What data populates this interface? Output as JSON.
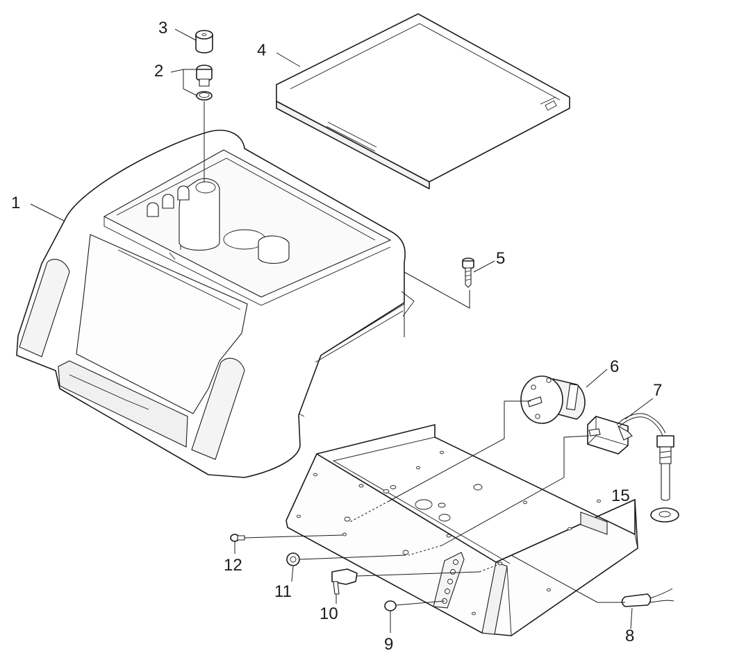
{
  "callouts": [
    {
      "id": "1",
      "label": "1"
    },
    {
      "id": "2",
      "label": "2"
    },
    {
      "id": "3",
      "label": "3"
    },
    {
      "id": "4",
      "label": "4"
    },
    {
      "id": "5",
      "label": "5"
    },
    {
      "id": "6",
      "label": "6"
    },
    {
      "id": "7",
      "label": "7"
    },
    {
      "id": "8",
      "label": "8"
    },
    {
      "id": "9",
      "label": "9"
    },
    {
      "id": "10",
      "label": "10"
    },
    {
      "id": "11",
      "label": "11"
    },
    {
      "id": "12",
      "label": "12"
    },
    {
      "id": "15",
      "label": "15"
    }
  ],
  "colors": {
    "ink": "#1a1a1a",
    "background": "#ffffff",
    "shade": "#e6e6e6"
  }
}
